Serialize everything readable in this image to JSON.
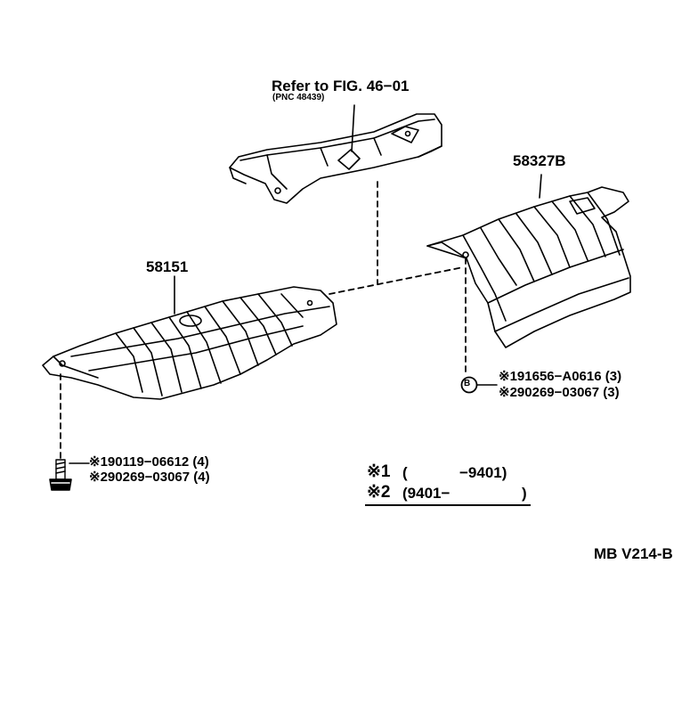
{
  "callouts": {
    "refer_fig": "Refer to FIG. 46−01",
    "refer_pnc": "(PNC 48439)",
    "part_upper": "58327B",
    "part_left": "58151",
    "bolt_left_1": "※190119−06612 (4)",
    "bolt_left_2": "※290269−03067 (4)",
    "bolt_right_1": "※191656−A0616 (3)",
    "bolt_right_2": "※290269−03067 (3)",
    "bolt_marker": "B"
  },
  "legend": {
    "row1_mark": "※1",
    "row1_open": "(",
    "row1_range": "−9401)",
    "row2_mark": "※2",
    "row2_range": "(9401−",
    "row2_close": ")"
  },
  "footer": {
    "ref_code": "MB V214-B"
  }
}
